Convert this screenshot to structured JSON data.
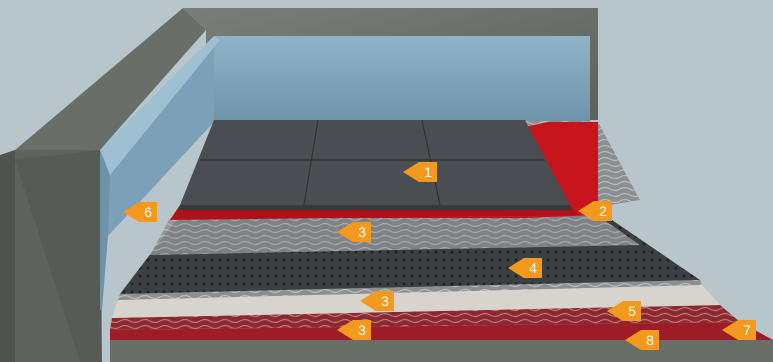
{
  "markers": {
    "m1": "1",
    "m2": "2",
    "m3a": "3",
    "m3b": "3",
    "m3c": "3",
    "m4": "4",
    "m5": "5",
    "m6": "6",
    "m7": "7",
    "m8": "8"
  },
  "colors": {
    "marker": "#f39a1e",
    "concrete": "#6e726c",
    "insulation": "#7fa3b9",
    "tile": "#4b4e51",
    "membrane_red": "#c8141c",
    "drainage_mat": "#3f4245",
    "screed": "#d8d6cf"
  }
}
